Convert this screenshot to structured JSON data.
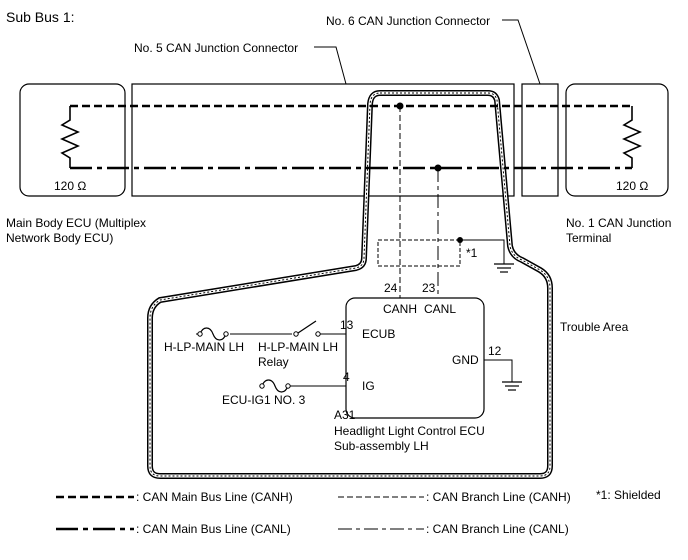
{
  "title": "Sub Bus 1:",
  "connectors": {
    "jc5": "No. 5 CAN Junction Connector",
    "jc6": "No. 6 CAN Junction Connector"
  },
  "main_body_ecu": {
    "resistor": "120 Ω",
    "label_line1": "Main Body ECU (Multiplex",
    "label_line2": "Network Body ECU)"
  },
  "terminal": {
    "resistor": "120 Ω",
    "label_line1": "No. 1 CAN Junction",
    "label_line2": "Terminal"
  },
  "shield_note": "*1",
  "trouble_area": "Trouble Area",
  "ecu": {
    "code": "A31",
    "name_line1": "Headlight Light Control ECU",
    "name_line2": "Sub-assembly LH",
    "pins": {
      "canh_num": "24",
      "canl_num": "23",
      "canh": "CANH",
      "canl": "CANL",
      "ecub_num": "13",
      "ecub": "ECUB",
      "ig_num": "4",
      "ig": "IG",
      "gnd_num": "12",
      "gnd": "GND"
    }
  },
  "fuse_hlp": "H-LP-MAIN LH",
  "relay_line1": "H-LP-MAIN LH",
  "relay_line2": "Relay",
  "fuse_ecu_ig": "ECU-IG1 NO. 3",
  "legend": {
    "main_canh": ": CAN Main Bus Line (CANH)",
    "main_canl": ": CAN Main Bus Line (CANL)",
    "branch_canh": ": CAN Branch Line (CANH)",
    "branch_canl": ": CAN Branch Line (CANL)",
    "shielded": "*1: Shielded"
  }
}
